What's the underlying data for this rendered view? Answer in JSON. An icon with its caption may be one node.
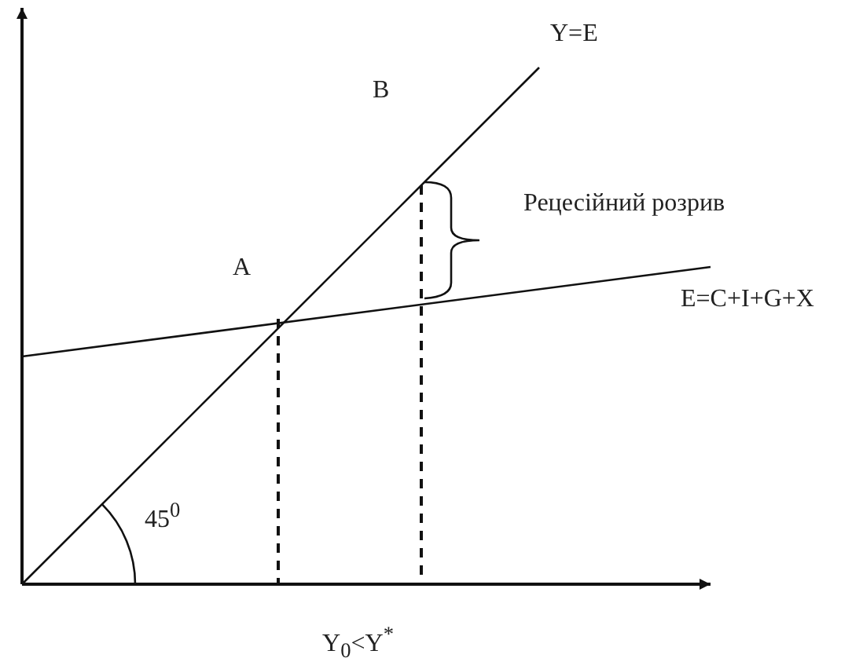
{
  "diagram": {
    "labels": [
      "Y=E",
      "B",
      "Рецесійний розрив",
      "A",
      "E=C+I+G+X",
      "45$^{0}$",
      "Y$_{0}$<Y$^{*}$"
    ]
  }
}
